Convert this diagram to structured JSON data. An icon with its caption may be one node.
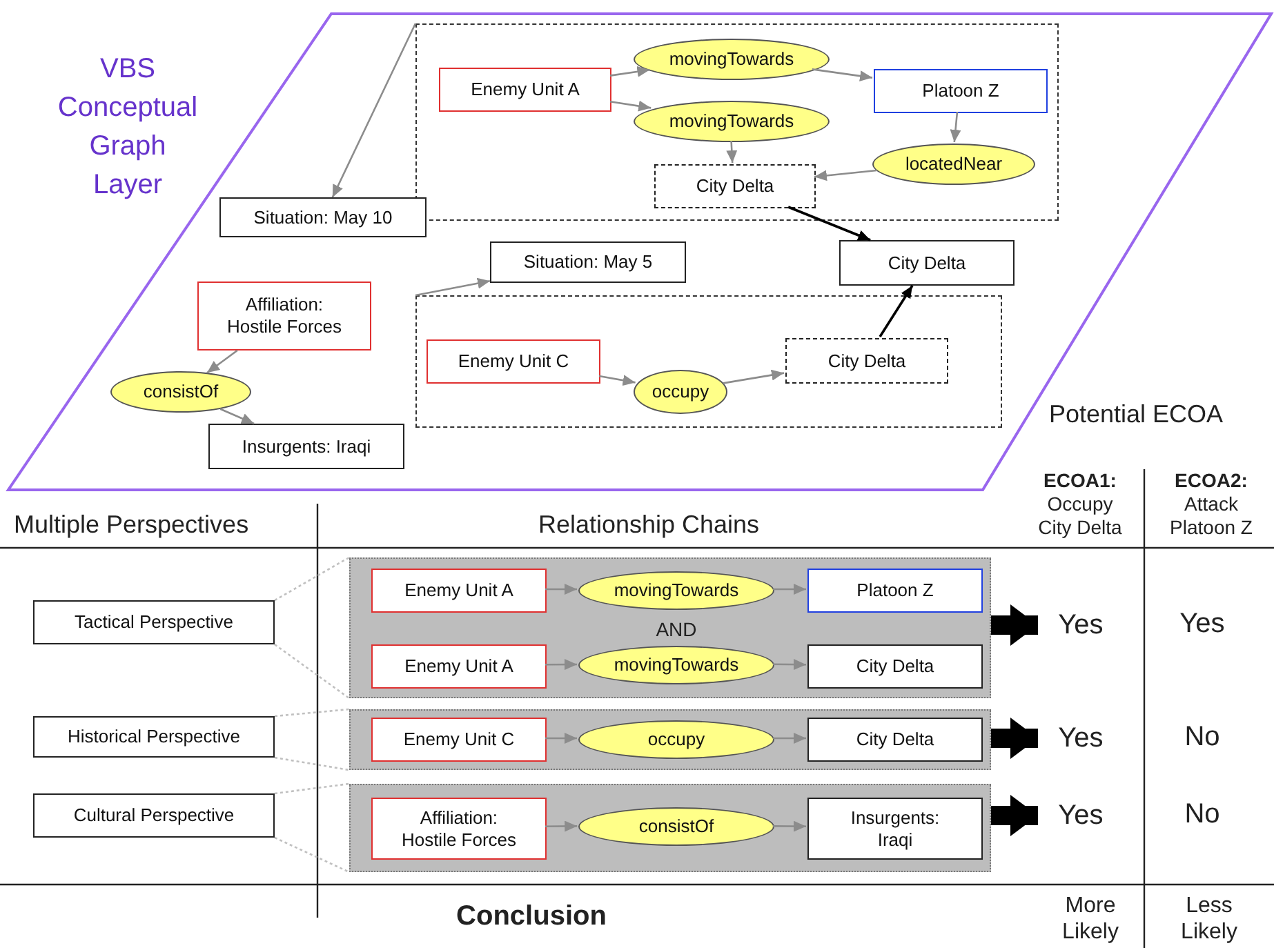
{
  "diagram": {
    "nodes": [
      {
        "text": [
          "VBS Conceptual Graph Layer"
        ]
      },
      {
        "text": [],
        "shape": "box",
        "in": 0
      },
      {
        "text": [
          "Enemy Unit A"
        ],
        "in": 1
      },
      {
        "text": [
          "movingTowards"
        ],
        "in": 1
      },
      {
        "text": [
          "Platoon Z"
        ],
        "in": 1
      },
      {
        "text": [
          "movingTowards"
        ],
        "in": 1
      },
      {
        "text": [
          "City Delta"
        ],
        "in": 1
      },
      {
        "text": [
          "locatedNear"
        ],
        "in": 1
      },
      {
        "text": [
          "Situation: May 10"
        ],
        "in": 0
      },
      {
        "text": [
          "Situation: May 5"
        ],
        "in": 0
      },
      {
        "text": [
          "City Delta"
        ],
        "in": 0
      },
      {
        "text": [
          "Affiliation: Hostile Forces"
        ],
        "in": 0
      },
      {
        "text": [],
        "shape": "box",
        "in": 0
      },
      {
        "text": [
          "Enemy Unit C"
        ],
        "in": 12
      },
      {
        "text": [
          "occupy"
        ],
        "in": 12
      },
      {
        "text": [
          "City Delta"
        ],
        "in": 12
      },
      {
        "text": [
          "consistOf"
        ],
        "in": 0
      },
      {
        "text": [
          "Insurgents: Iraqi"
        ],
        "in": 0
      },
      {
        "text": [
          "Tactical Perspective"
        ]
      },
      {
        "text": [
          "Historical Perspective"
        ]
      },
      {
        "text": [
          "Cultural Perspective"
        ]
      },
      {
        "text": [],
        "shape": "box"
      },
      {
        "text": [
          "Enemy Unit A"
        ],
        "in": 21
      },
      {
        "text": [
          "movingTowards"
        ],
        "in": 21
      },
      {
        "text": [
          "Platoon Z"
        ],
        "in": 21
      },
      {
        "text": [
          "Enemy Unit A"
        ],
        "in": 21
      },
      {
        "text": [
          "movingTowards"
        ],
        "in": 21
      },
      {
        "text": [
          "City Delta"
        ],
        "in": 21
      },
      {
        "text": [],
        "shape": "box"
      },
      {
        "text": [
          "Enemy Unit C"
        ],
        "in": 28
      },
      {
        "text": [
          "occupy"
        ],
        "in": 28
      },
      {
        "text": [
          "City Delta"
        ],
        "in": 28
      },
      {
        "text": [],
        "shape": "box"
      },
      {
        "text": [
          "Affiliation: Hostile Forces"
        ],
        "in": 32
      },
      {
        "text": [
          "consistOf"
        ],
        "in": 32
      },
      {
        "text": [
          "Insurgents: Iraqi"
        ],
        "in": 32
      },
      {
        "text": [
          "Yes"
        ]
      },
      {
        "text": [
          "Yes"
        ]
      },
      {
        "text": [
          "Yes"
        ]
      }
    ],
    "edges": [
      {
        "from": 2,
        "to": 3,
        "arrow": "to"
      },
      {
        "from": 3,
        "to": 4,
        "arrow": "to"
      },
      {
        "from": 2,
        "to": 5,
        "arrow": "to"
      },
      {
        "from": 5,
        "to": 6,
        "arrow": "to"
      },
      {
        "from": 4,
        "to": 7,
        "arrow": "to"
      },
      {
        "from": 7,
        "to": 6,
        "arrow": "to"
      },
      {
        "from": 1,
        "to": 8,
        "arrow": "to"
      },
      {
        "from": 6,
        "to": 10,
        "arrow": "to",
        "color": "#000000"
      },
      {
        "from": 12,
        "to": 9,
        "arrow": "to"
      },
      {
        "from": 13,
        "to": 14,
        "arrow": "to"
      },
      {
        "from": 14,
        "to": 15,
        "arrow": "to"
      },
      {
        "from": 15,
        "to": 10,
        "arrow": "to",
        "color": "#000000"
      },
      {
        "from": 11,
        "to": 16,
        "arrow": "to"
      },
      {
        "from": 16,
        "to": 17,
        "arrow": "to"
      },
      {
        "from": 18,
        "to": 21,
        "arrow": "none",
        "style": "dashed",
        "color": "#c0c0c0"
      },
      {
        "from": 19,
        "to": 28,
        "arrow": "none",
        "style": "dashed",
        "color": "#c0c0c0"
      },
      {
        "from": 20,
        "to": 32,
        "arrow": "none",
        "style": "dashed",
        "color": "#c0c0c0"
      },
      {
        "from": 22,
        "to": 23,
        "arrow": "to"
      },
      {
        "from": 23,
        "to": 24,
        "arrow": "to"
      },
      {
        "from": 25,
        "to": 26,
        "arrow": "to"
      },
      {
        "from": 26,
        "to": 27,
        "arrow": "to"
      },
      {
        "from": 29,
        "to": 30,
        "arrow": "to"
      },
      {
        "from": 30,
        "to": 31,
        "arrow": "to"
      },
      {
        "from": 33,
        "to": 34,
        "arrow": "to"
      },
      {
        "from": 34,
        "to": 35,
        "arrow": "to"
      },
      {
        "from": 21,
        "to": 36,
        "arrow": "to",
        "style": "thick",
        "color": "#000000"
      },
      {
        "from": 28,
        "to": 37,
        "arrow": "to",
        "style": "thick",
        "color": "#000000"
      },
      {
        "from": 32,
        "to": 38,
        "arrow": "to",
        "style": "thick",
        "color": "#000000"
      }
    ],
    "labels": [
      "Potential ECOA",
      "**ECOA1:** Occupy City Delta",
      "**ECOA2:** Attack Platoon Z",
      "Multiple Perspectives",
      "Relationship Chains",
      "AND",
      "Yes",
      "No",
      "No",
      "Conclusion",
      "More Likely",
      "Less Likely"
    ]
  }
}
